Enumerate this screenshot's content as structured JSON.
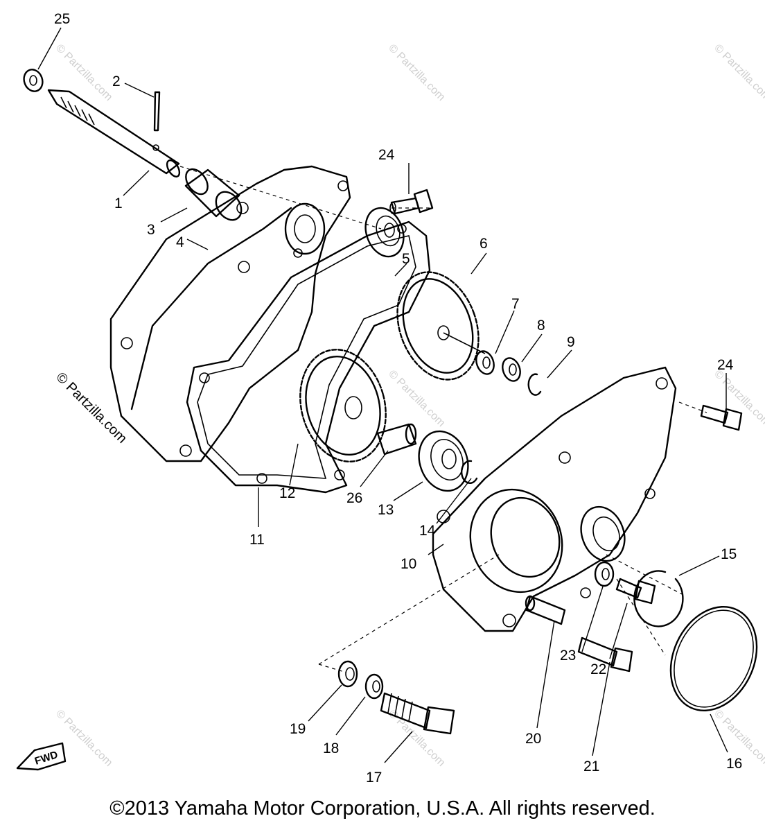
{
  "copyright": "©2013  Yamaha Motor Corporation, U.S.A. All rights reserved.",
  "watermark": "© Partzilla.com",
  "fwd_label": "FWD",
  "callouts": {
    "n1": "1",
    "n2": "2",
    "n3": "3",
    "n4": "4",
    "n5": "5",
    "n6": "6",
    "n7": "7",
    "n8": "8",
    "n9": "9",
    "n10": "10",
    "n11": "11",
    "n12": "12",
    "n13": "13",
    "n14": "14",
    "n15": "15",
    "n16": "16",
    "n17": "17",
    "n18": "18",
    "n19": "19",
    "n20": "20",
    "n21": "21",
    "n22": "22",
    "n23": "23",
    "n24a": "24",
    "n24b": "24",
    "n25": "25",
    "n26": "26"
  }
}
